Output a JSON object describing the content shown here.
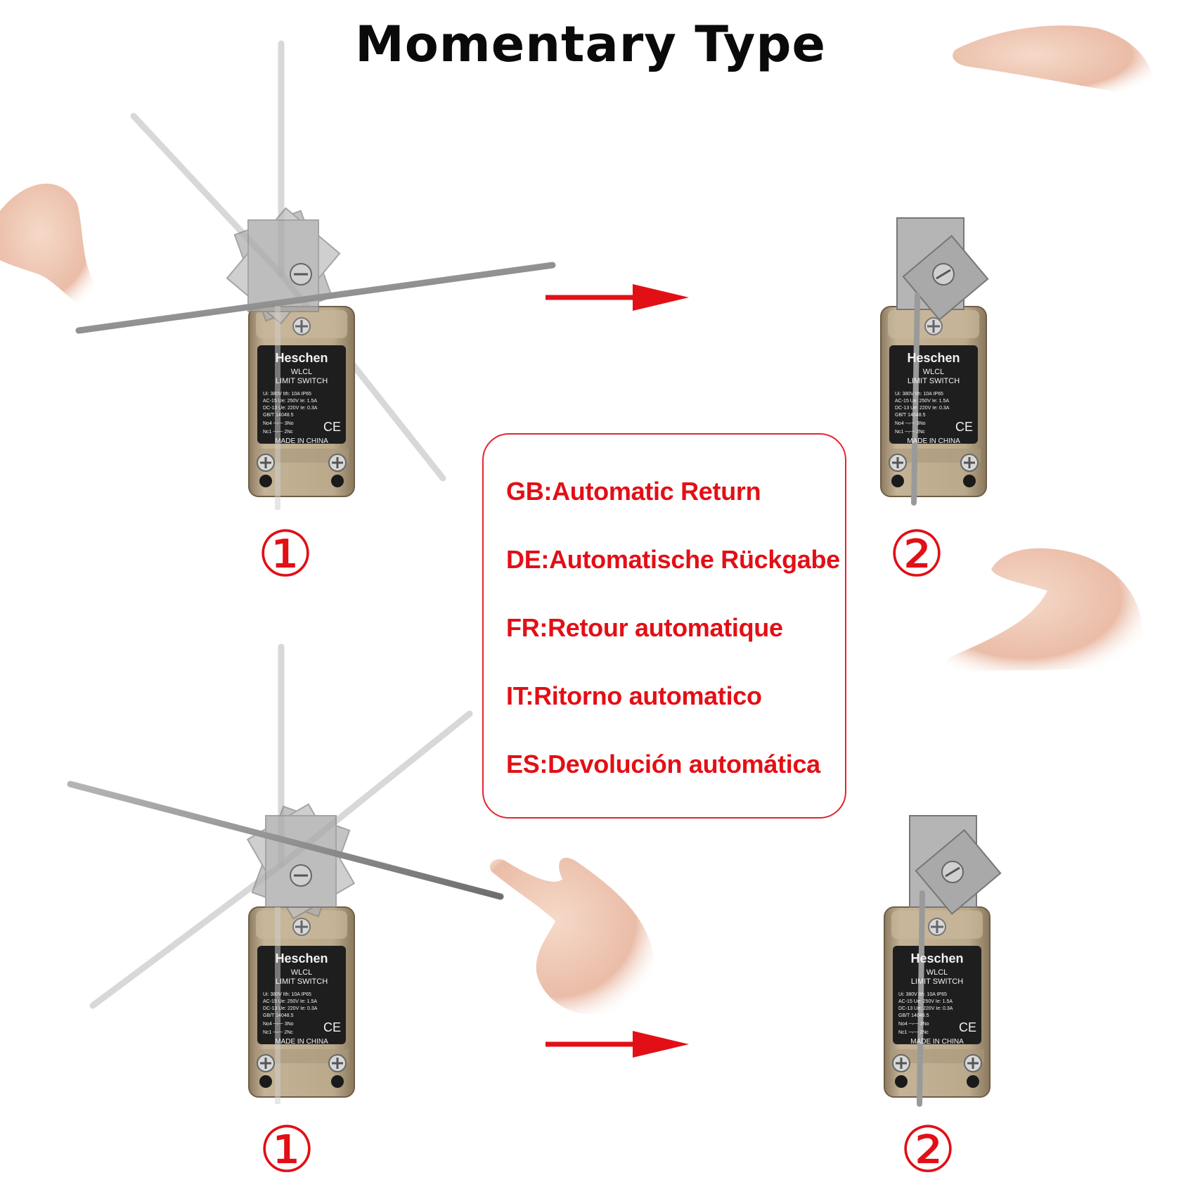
{
  "title": "Momentary Type",
  "languages": [
    {
      "code": "GB",
      "text": "GB:Automatic Return"
    },
    {
      "code": "DE",
      "text": "DE:Automatische Rückgabe"
    },
    {
      "code": "FR",
      "text": "FR:Retour automatique"
    },
    {
      "code": "IT",
      "text": "IT:Ritorno automatico"
    },
    {
      "code": "ES",
      "text": "ES:Devolución automática"
    }
  ],
  "steps": {
    "first": "①",
    "second": "②"
  },
  "switch_label": {
    "brand": "Heschen",
    "model": "WLCL",
    "type": "LIMIT SWITCH",
    "spec_row1": "Ui: 380V   Ith: 10A    IP65",
    "spec_row2": "AC-15      Ue: 250V   Ie: 1.5A",
    "spec_row3": "DC-13      Ue: 220V   Ie: 0.3A",
    "standard": "GB/T 14048.5",
    "contact_no": "No4 ─⌐─ 3No",
    "contact_nc": "Nc1 ─⌐─ 2Nc",
    "ce": "CE",
    "origin": "MADE IN CHINA"
  },
  "colors": {
    "accent": "#e30f16",
    "body": "#b8a68a",
    "label": "#1e1e1e",
    "metal": "#9a9a9a"
  }
}
